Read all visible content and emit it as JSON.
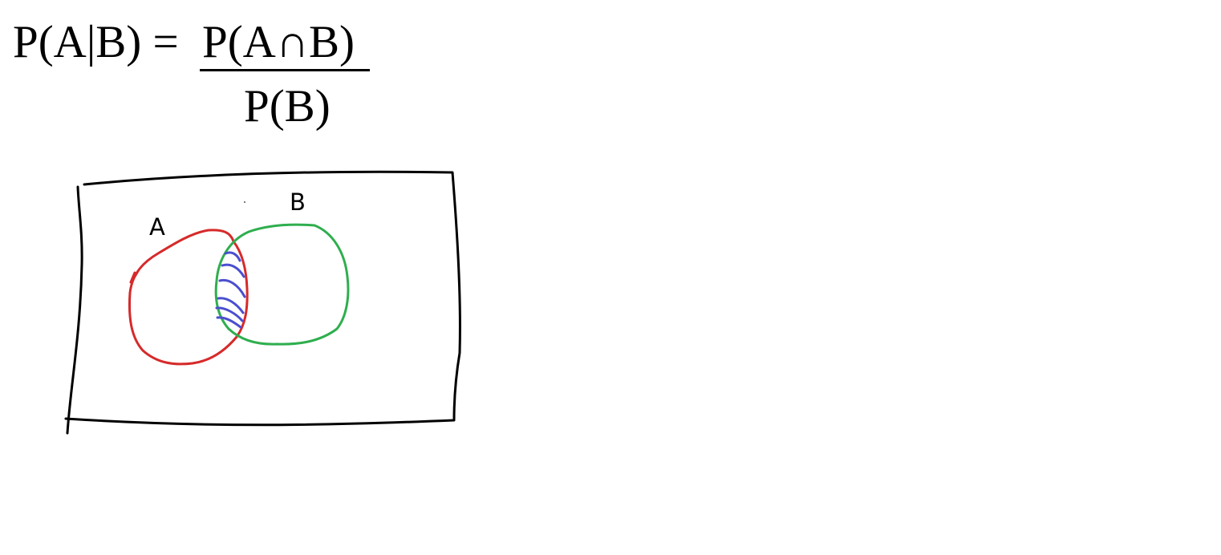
{
  "formula": {
    "lhs": "P(A|B) =",
    "numerator": "P(A∩B)",
    "denominator": "P(B)"
  },
  "venn": {
    "set_a": {
      "label": "A",
      "color": "#d62a2a"
    },
    "set_b": {
      "label": "B",
      "color": "#2fae4e"
    },
    "intersection_hatch_color": "#4a4fcf",
    "border_color": "#000000"
  }
}
